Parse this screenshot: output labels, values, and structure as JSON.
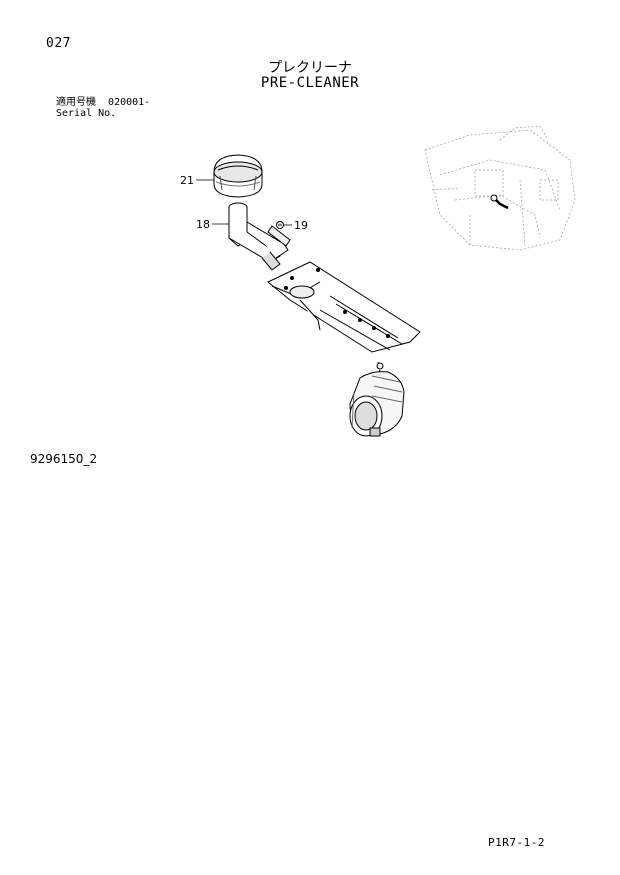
{
  "page_number": "027",
  "title": {
    "japanese": "プレクリーナ",
    "english": "PRE-CLEANER"
  },
  "serial": {
    "label_jp": "適用号機",
    "label_en": "Serial No.",
    "value": "020001-"
  },
  "callouts": {
    "part_21": "21",
    "part_18": "18",
    "part_19": "19"
  },
  "figure_id": "9296150_2",
  "sheet_code": "P1R7-1-2"
}
